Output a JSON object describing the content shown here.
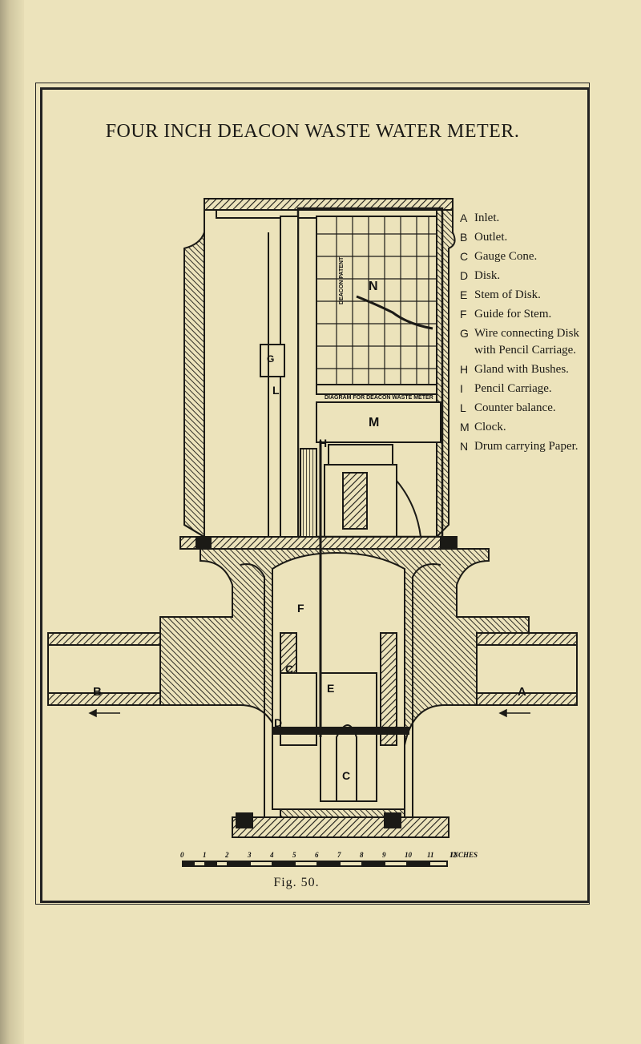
{
  "title": "FOUR INCH DEACON WASTE WATER METER.",
  "legend": [
    {
      "letter": "A",
      "text": "Inlet."
    },
    {
      "letter": "B",
      "text": "Outlet."
    },
    {
      "letter": "C",
      "text": "Gauge Cone."
    },
    {
      "letter": "D",
      "text": "Disk."
    },
    {
      "letter": "E",
      "text": "Stem of Disk."
    },
    {
      "letter": "F",
      "text": "Guide for Stem."
    },
    {
      "letter": "G",
      "text": "Wire connecting Disk with Pencil Carriage."
    },
    {
      "letter": "H",
      "text": "Gland with Bushes."
    },
    {
      "letter": "I",
      "text": "Pencil Carriage."
    },
    {
      "letter": "L",
      "text": "Counter balance."
    },
    {
      "letter": "M",
      "text": "Clock."
    },
    {
      "letter": "N",
      "text": "Drum carrying Paper."
    }
  ],
  "labels": {
    "A": "A",
    "B": "B",
    "C_upper": "C",
    "C_lower": "C",
    "D": "D",
    "E": "E",
    "F": "F",
    "H": "H",
    "L": "L",
    "M": "M",
    "N": "N",
    "G": "G"
  },
  "drum_band_text": "DIAGRAM FOR DEACON WASTE METER",
  "drum_side_text": "DEACON PATENT",
  "scale": {
    "ticks": [
      "0",
      "1",
      "2",
      "3",
      "4",
      "5",
      "6",
      "7",
      "8",
      "9",
      "10",
      "11",
      "12"
    ],
    "unit": "INCHES"
  },
  "caption": "Fig. 50.",
  "colors": {
    "paper": "#ece3bb",
    "ink": "#1b1a16"
  }
}
